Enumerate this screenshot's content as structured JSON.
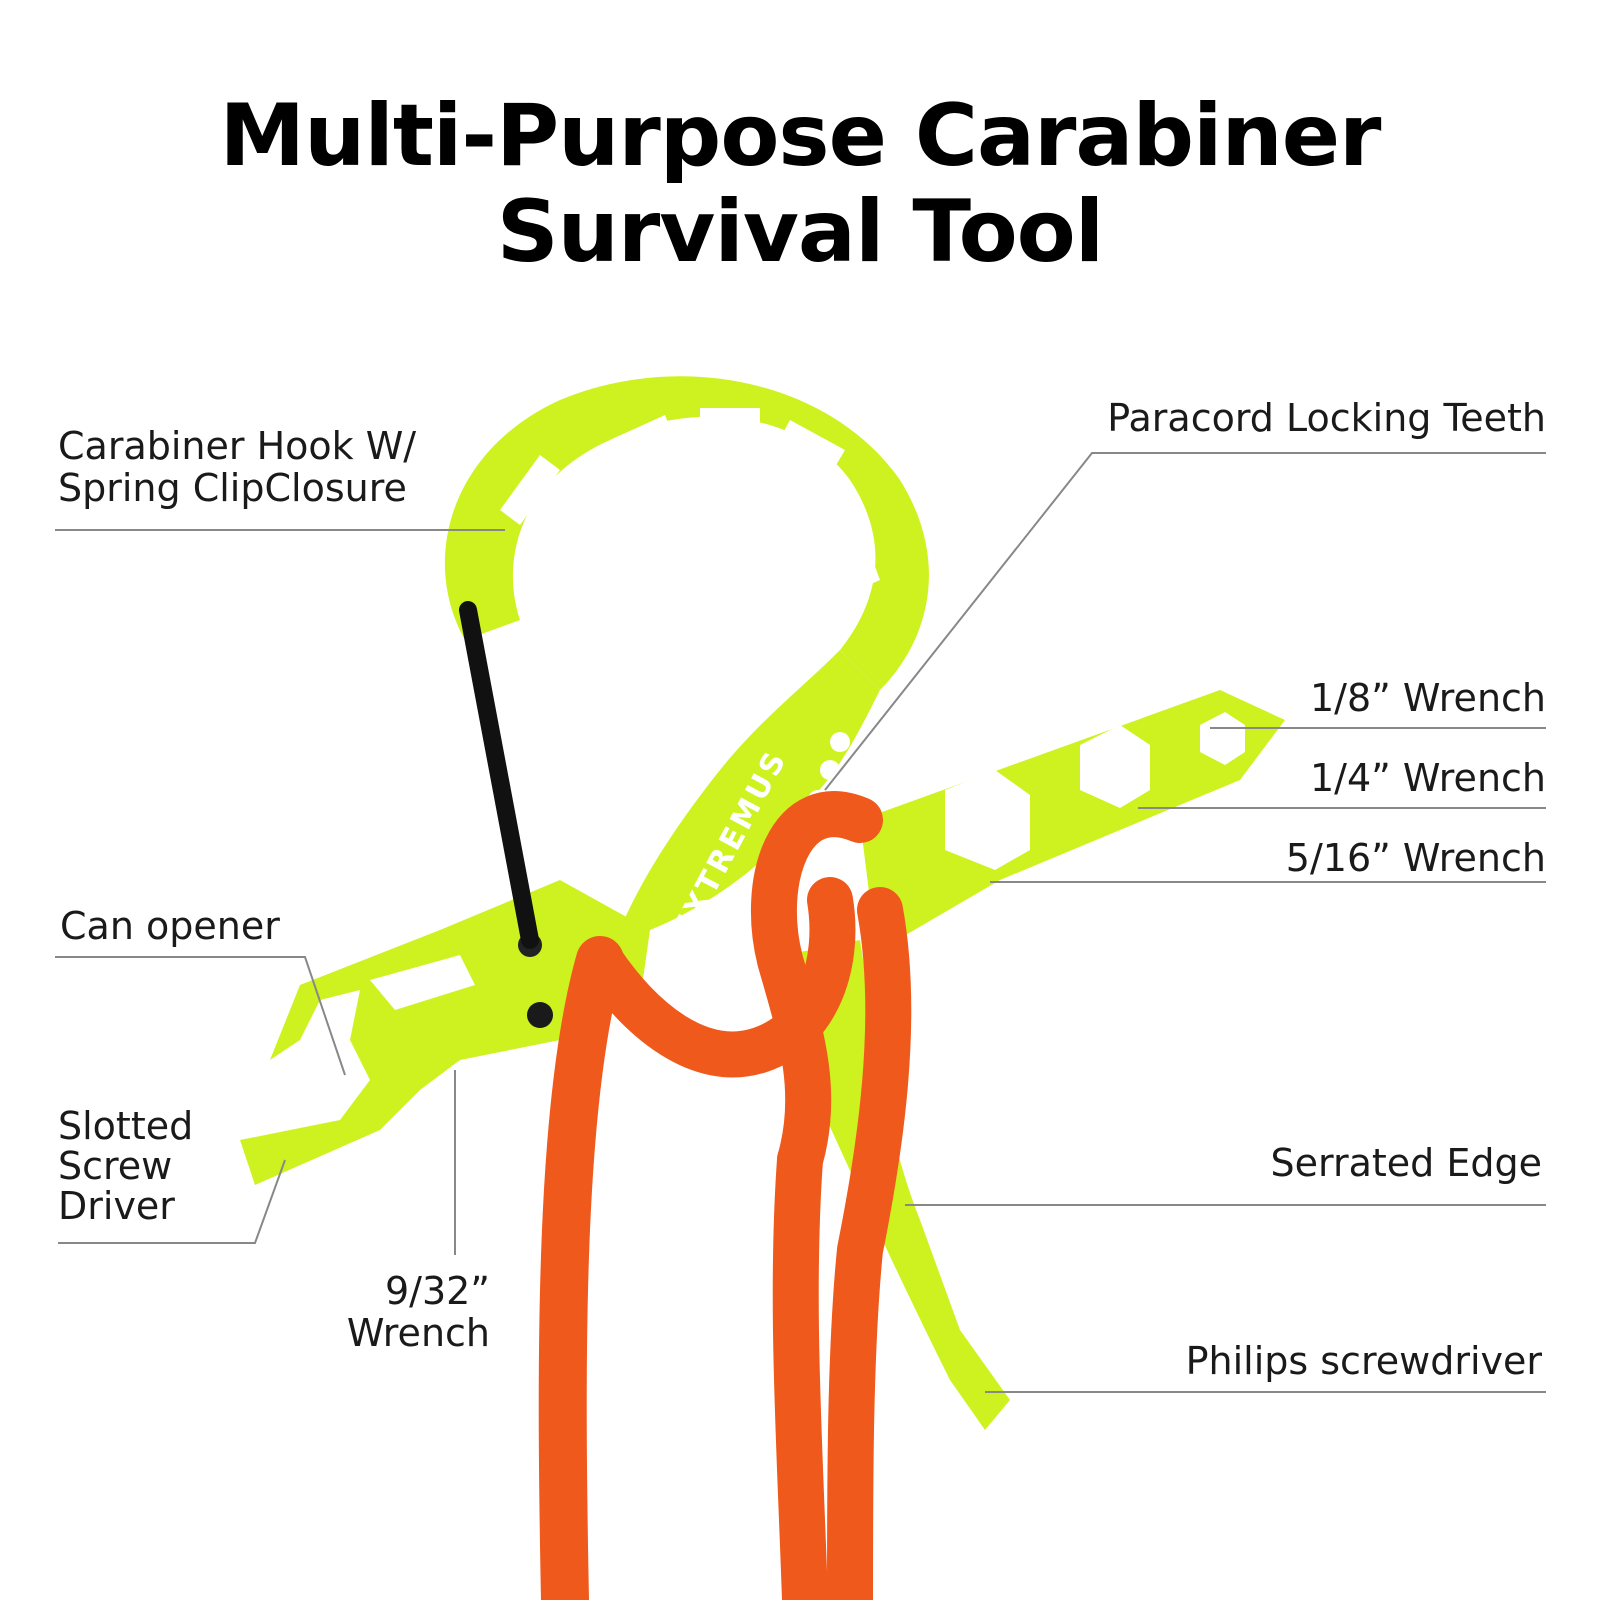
{
  "title": {
    "line1": "Multi-Purpose Carabiner",
    "line2": "Survival Tool"
  },
  "brand_mark": "EXTREMUS",
  "colors": {
    "tool": "#cdf21f",
    "tool_shadow": "#a9cc10",
    "cord": "#ef5a1c",
    "cord_dark": "#c8430f",
    "gate": "#111111",
    "leader": "#888888"
  },
  "labels": {
    "carabiner_hook": [
      "Carabiner Hook W/",
      "Spring ClipClosure"
    ],
    "can_opener": "Can opener",
    "slotted_screwdriver": [
      "Slotted",
      "Screw",
      "Driver"
    ],
    "wrench_9_32": [
      "9/32”",
      "Wrench"
    ],
    "paracord_teeth": "Paracord Locking Teeth",
    "wrench_1_8": "1/8”  Wrench",
    "wrench_1_4": "1/4”  Wrench",
    "wrench_5_16": "5/16”  Wrench",
    "serrated_edge": "Serrated Edge",
    "philips_screwdriver": "Philips screwdriver"
  }
}
